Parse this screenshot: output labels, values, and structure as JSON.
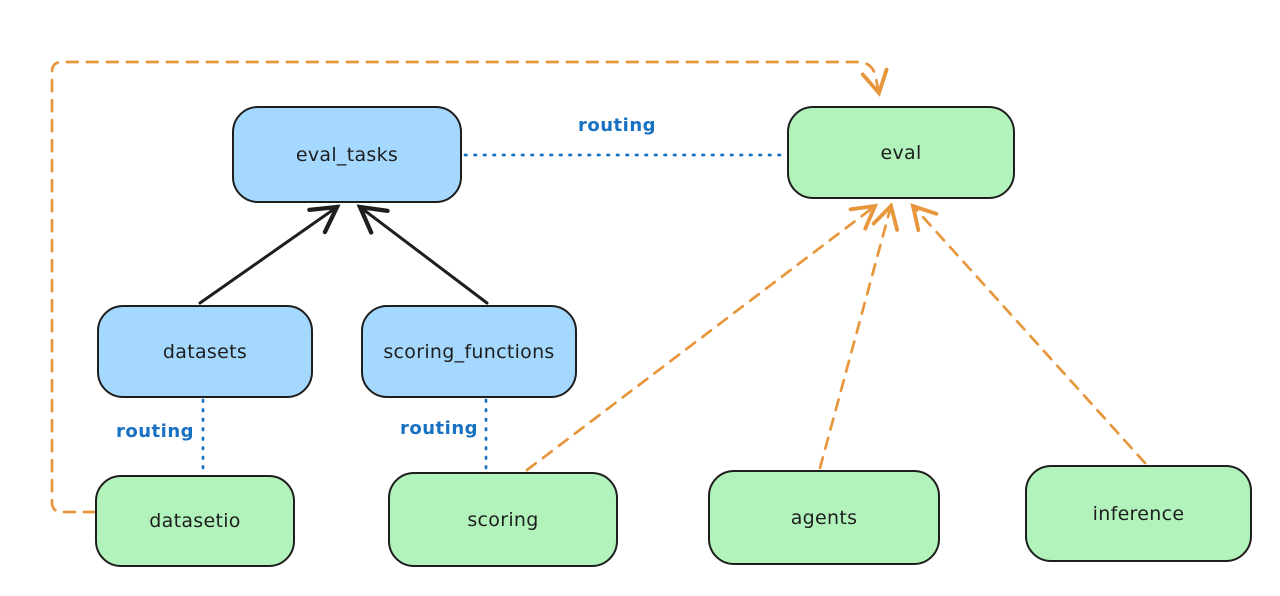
{
  "diagram": {
    "description": "Routing diagram connecting API boxes to provider boxes",
    "colors": {
      "blue_fill": "#a5d8ff",
      "green_fill": "#b2f2bb",
      "stroke_dark": "#1e1e1e",
      "routing_blue": "#1971c2",
      "orange": "#e8963c",
      "canvas_bg": "#ffffff"
    },
    "nodes": [
      {
        "id": "eval_tasks",
        "label": "eval_tasks",
        "color": "blue"
      },
      {
        "id": "eval",
        "label": "eval",
        "color": "green"
      },
      {
        "id": "datasets",
        "label": "datasets",
        "color": "blue"
      },
      {
        "id": "scoring_functions",
        "label": "scoring_functions",
        "color": "blue"
      },
      {
        "id": "datasetio",
        "label": "datasetio",
        "color": "green"
      },
      {
        "id": "scoring",
        "label": "scoring",
        "color": "green"
      },
      {
        "id": "agents",
        "label": "agents",
        "color": "green"
      },
      {
        "id": "inference",
        "label": "inference",
        "color": "green"
      }
    ],
    "edges": [
      {
        "from": "datasets",
        "to": "eval_tasks",
        "style": "solid-black-arrow",
        "label": ""
      },
      {
        "from": "scoring_functions",
        "to": "eval_tasks",
        "style": "solid-black-arrow",
        "label": ""
      },
      {
        "from": "eval_tasks",
        "to": "eval",
        "style": "blue-dotted",
        "label": "routing"
      },
      {
        "from": "datasets",
        "to": "datasetio",
        "style": "blue-dotted",
        "label": "routing"
      },
      {
        "from": "scoring_functions",
        "to": "scoring",
        "style": "blue-dotted",
        "label": "routing"
      },
      {
        "from": "scoring",
        "to": "eval",
        "style": "orange-dashed-arrow",
        "label": ""
      },
      {
        "from": "agents",
        "to": "eval",
        "style": "orange-dashed-arrow",
        "label": ""
      },
      {
        "from": "inference",
        "to": "eval",
        "style": "orange-dashed-arrow",
        "label": ""
      },
      {
        "from": "datasetio",
        "to": "eval",
        "style": "orange-dashed-elbow-arrow",
        "label": ""
      }
    ]
  }
}
